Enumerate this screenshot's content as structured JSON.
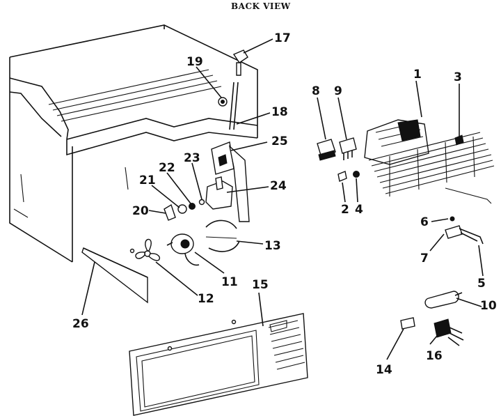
{
  "title": "BACK VIEW",
  "callouts": {
    "c1": "1",
    "c2": "2",
    "c3": "3",
    "c4": "4",
    "c5": "5",
    "c6": "6",
    "c7": "7",
    "c8": "8",
    "c9": "9",
    "c10": "10",
    "c11": "11",
    "c12": "12",
    "c13": "13",
    "c14": "14",
    "c15": "15",
    "c16": "16",
    "c17": "17",
    "c18": "18",
    "c19": "19",
    "c20": "20",
    "c21": "21",
    "c22": "22",
    "c23": "23",
    "c24": "24",
    "c25": "25",
    "c26": "26"
  }
}
